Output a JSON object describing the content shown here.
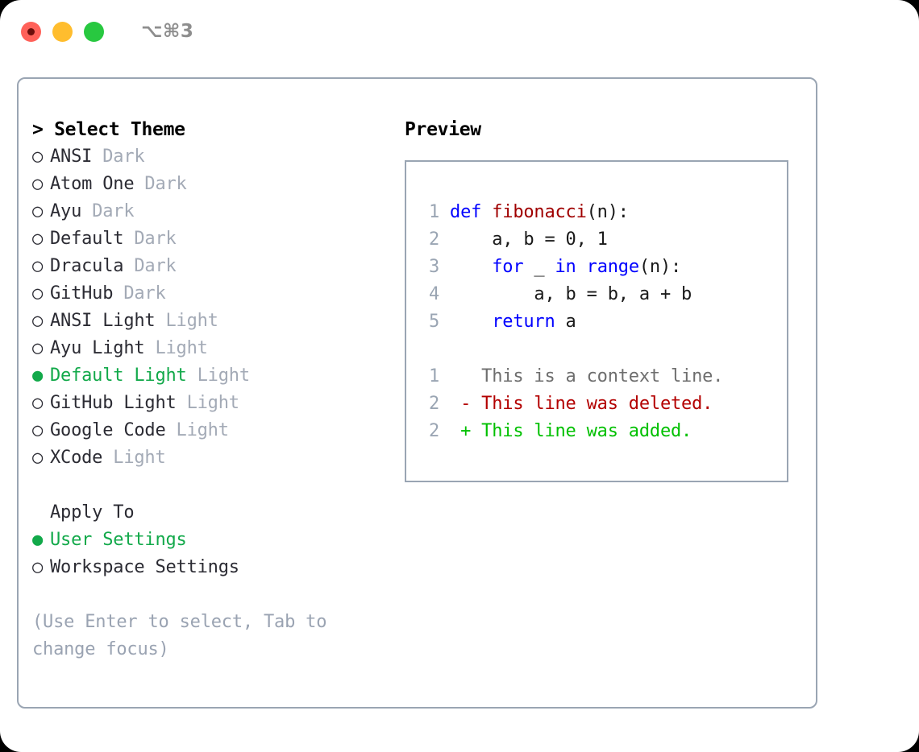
{
  "window": {
    "shortcut": "⌥⌘3",
    "traffic_lights": [
      {
        "name": "close-button",
        "color": "#ff6159"
      },
      {
        "name": "minimize-button",
        "color": "#ffbd2e"
      },
      {
        "name": "maximize-button",
        "color": "#28c840"
      }
    ]
  },
  "theme_selector": {
    "header": "> Select Theme",
    "selected_bullet": "●",
    "unselected_bullet": "○",
    "accent_green": "#12a94a",
    "muted_gray": "#a3aab6",
    "items": [
      {
        "bullet": "○",
        "name": "ANSI",
        "tag": "Dark",
        "selected": false
      },
      {
        "bullet": "○",
        "name": "Atom One",
        "tag": "Dark",
        "selected": false
      },
      {
        "bullet": "○",
        "name": "Ayu",
        "tag": "Dark",
        "selected": false
      },
      {
        "bullet": "○",
        "name": "Default",
        "tag": "Dark",
        "selected": false
      },
      {
        "bullet": "○",
        "name": "Dracula",
        "tag": "Dark",
        "selected": false
      },
      {
        "bullet": "○",
        "name": "GitHub",
        "tag": "Dark",
        "selected": false
      },
      {
        "bullet": "○",
        "name": "ANSI Light",
        "tag": "Light",
        "selected": false
      },
      {
        "bullet": "○",
        "name": "Ayu Light",
        "tag": "Light",
        "selected": false
      },
      {
        "bullet": "●",
        "name": "Default Light",
        "tag": "Light",
        "selected": true
      },
      {
        "bullet": "○",
        "name": "GitHub Light",
        "tag": "Light",
        "selected": false
      },
      {
        "bullet": "○",
        "name": "Google Code",
        "tag": "Light",
        "selected": false
      },
      {
        "bullet": "○",
        "name": "XCode",
        "tag": "Light",
        "selected": false
      }
    ]
  },
  "apply_to": {
    "title": "Apply To",
    "items": [
      {
        "bullet": "●",
        "name": "User Settings",
        "selected": true
      },
      {
        "bullet": "○",
        "name": "Workspace Settings",
        "selected": false
      }
    ]
  },
  "hint": "(Use Enter to select, Tab to change focus)",
  "preview": {
    "label": "Preview",
    "code_lines": [
      {
        "num": "1",
        "tokens": [
          {
            "text": "def ",
            "cls": "kw"
          },
          {
            "text": "fibonacci",
            "cls": "fn"
          },
          {
            "text": "(n):",
            "cls": "plain"
          }
        ]
      },
      {
        "num": "2",
        "tokens": [
          {
            "text": "    a, b = 0, 1",
            "cls": "plain"
          }
        ]
      },
      {
        "num": "3",
        "tokens": [
          {
            "text": "    ",
            "cls": "plain"
          },
          {
            "text": "for",
            "cls": "kw"
          },
          {
            "text": " _ ",
            "cls": "plain"
          },
          {
            "text": "in",
            "cls": "kw"
          },
          {
            "text": " ",
            "cls": "plain"
          },
          {
            "text": "range",
            "cls": "kw"
          },
          {
            "text": "(n):",
            "cls": "plain"
          }
        ]
      },
      {
        "num": "4",
        "tokens": [
          {
            "text": "        a, b = b, a + b",
            "cls": "plain"
          }
        ]
      },
      {
        "num": "5",
        "tokens": [
          {
            "text": "    ",
            "cls": "plain"
          },
          {
            "text": "return",
            "cls": "kw"
          },
          {
            "text": " a",
            "cls": "plain"
          }
        ]
      }
    ],
    "diff_lines": [
      {
        "num": "1",
        "marker": " ",
        "text": "This is a context line.",
        "kind": "context",
        "color": "#6e6e6e"
      },
      {
        "num": "2",
        "marker": "-",
        "text": "This line was deleted.",
        "kind": "deleted",
        "color": "#b30000"
      },
      {
        "num": "2",
        "marker": "+",
        "text": "This line was added.",
        "kind": "added",
        "color": "#00c000"
      }
    ]
  }
}
